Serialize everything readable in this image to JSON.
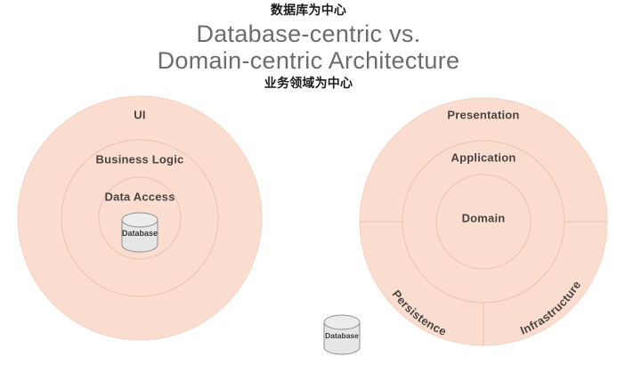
{
  "title": {
    "cn_top": "数据库为中心",
    "line1": "Database-centric vs.",
    "line2": "Domain-centric Architecture",
    "cn_bottom": "业务领域为中心"
  },
  "colors": {
    "ring_fill": "#fbddd0",
    "ring_stroke": "#e7bda4",
    "outer_stroke": "#f6d2c2",
    "label_text": "#4a4442",
    "title_text": "#6c6c6c",
    "cn_text": "#1b1b1b",
    "db_fill": "#e4e4e4",
    "db_stroke": "#8f8f8f",
    "background": "#ffffff"
  },
  "left_diagram": {
    "name": "database-centric",
    "rings": [
      {
        "label": "UI",
        "level": 1
      },
      {
        "label": "Business Logic",
        "level": 2
      },
      {
        "label": "Data Access",
        "level": 3
      }
    ],
    "database": {
      "label": "Database"
    }
  },
  "right_diagram": {
    "name": "domain-centric",
    "rings": [
      {
        "label": "Presentation",
        "level": 1
      },
      {
        "label": "Application",
        "level": 2
      },
      {
        "label": "Domain",
        "level": 3
      }
    ],
    "curved_labels": [
      {
        "label": "Persistence",
        "position": "outer-lower-left"
      },
      {
        "label": "Infrastructure",
        "position": "outer-lower-right"
      }
    ],
    "database": {
      "label": "Database"
    }
  },
  "standalone_database": {
    "label": "Database"
  }
}
